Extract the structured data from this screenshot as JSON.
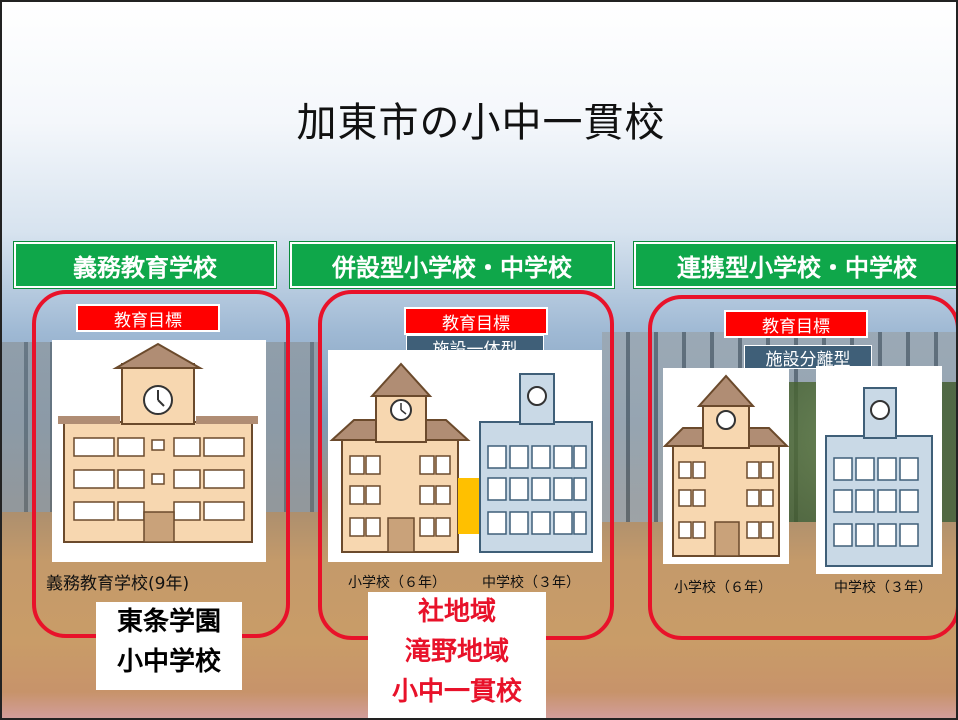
{
  "title": "加東市の小中一貫校",
  "categories": [
    {
      "label": "義務教育学校"
    },
    {
      "label": "併設型小学校・中学校"
    },
    {
      "label": "連携型小学校・中学校"
    }
  ],
  "panels": {
    "compulsory": {
      "goal_label": "教育目標",
      "caption": "義務教育学校(9年)",
      "school_name_line1": "東条学園",
      "school_name_line2": "小中学校"
    },
    "combined": {
      "goal_label": "教育目標",
      "facility_type": "施設一体型",
      "caption_elementary": "小学校（６年）",
      "caption_junior": "中学校（３年）",
      "school_name_line1": "社地域",
      "school_name_line2": "滝野地域",
      "school_name_line3": "小中一貫校"
    },
    "cooperative": {
      "goal_label": "教育目標",
      "facility_type": "施設分離型",
      "caption_elementary": "小学校（６年）",
      "caption_junior": "中学校（３年）"
    }
  },
  "colors": {
    "category_green": "#0fa74a",
    "frame_red": "#e8122a",
    "goal_red": "#ff0000",
    "facility_navy": "#3f5f78",
    "school_beige": "#f7d7b0",
    "school_blue": "#c9d9e6",
    "connector_orange": "#ffc000"
  }
}
